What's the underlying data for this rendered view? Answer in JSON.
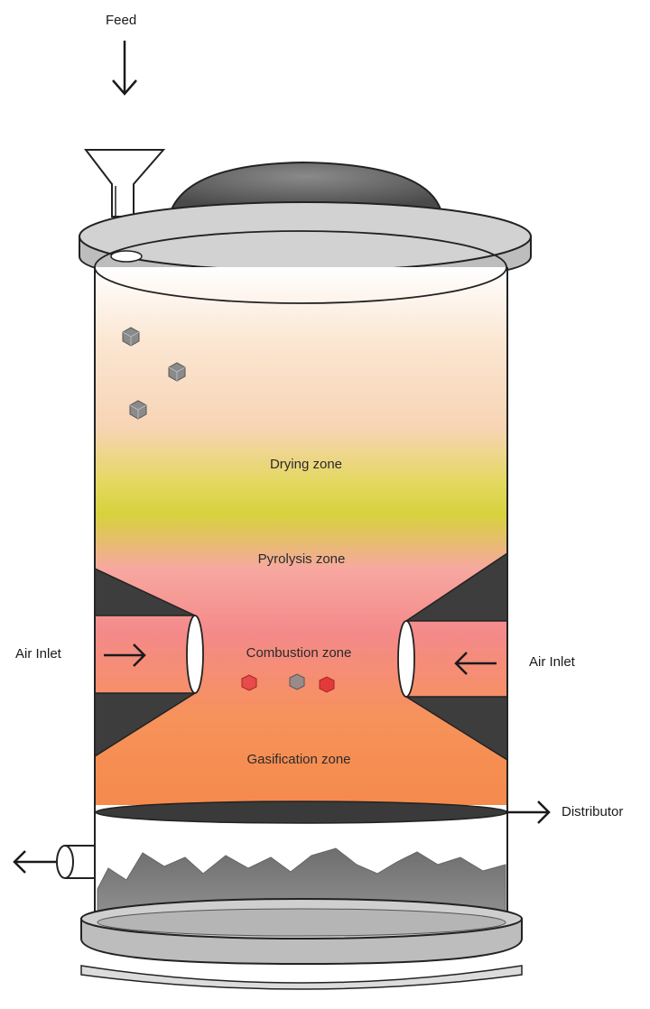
{
  "labels": {
    "feed": "Feed",
    "air_inlet_left": "Air Inlet",
    "air_inlet_right": "Air Inlet",
    "distributor": "Distributor"
  },
  "zones": [
    {
      "key": "drying",
      "label": "Drying zone",
      "color": "#f7d4b4"
    },
    {
      "key": "pyrolysis",
      "label": "Pyrolysis zone",
      "color": "#d6d23c"
    },
    {
      "key": "combustion",
      "label": "Combustion zone",
      "color": "#f48a8a"
    },
    {
      "key": "gasification",
      "label": "Gasification zone",
      "color": "#f6925a"
    }
  ],
  "colors": {
    "outline": "#222222",
    "rim": "#c9c9c9",
    "dome": "#6b6b6b",
    "throat": "#3d3d3d",
    "ash": "#7a7a7a"
  }
}
